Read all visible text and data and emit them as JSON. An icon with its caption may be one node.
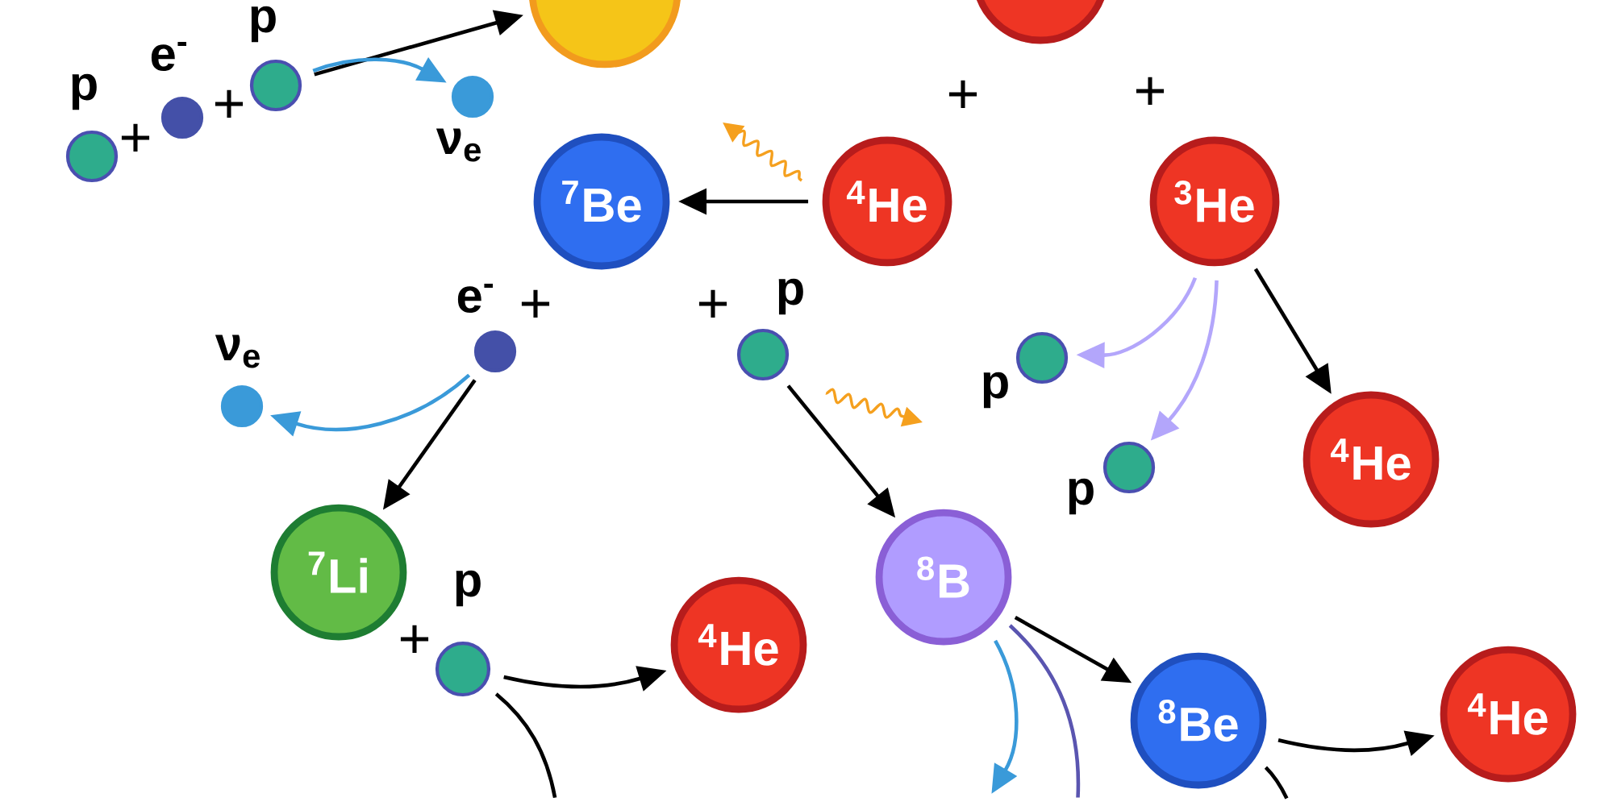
{
  "diagram": {
    "nodes": [
      {
        "text": [],
        "shape": "circle"
      },
      {
        "text": [],
        "shape": "circle"
      },
      {
        "text": [
          "p"
        ]
      },
      {
        "text": [
          "e$^{-}$"
        ]
      },
      {
        "text": [
          "p"
        ]
      },
      {
        "text": [
          "ν$_{e}$"
        ]
      },
      {
        "text": [
          "$^{7}$Be"
        ]
      },
      {
        "text": [
          "$^{4}$He"
        ]
      },
      {
        "text": [
          "$^{3}$He"
        ]
      },
      {
        "text": [
          "e$^{-}$"
        ]
      },
      {
        "text": [
          "p"
        ]
      },
      {
        "text": [
          "ν$_{e}$"
        ]
      },
      {
        "text": [
          "p"
        ]
      },
      {
        "text": [
          "p"
        ]
      },
      {
        "text": [
          "$^{4}$He"
        ]
      },
      {
        "text": [
          "$^{7}$Li"
        ]
      },
      {
        "text": [
          "$^{8}$B"
        ]
      },
      {
        "text": [
          "p"
        ]
      },
      {
        "text": [
          "$^{4}$He"
        ]
      },
      {
        "text": [
          "$^{8}$Be"
        ]
      },
      {
        "text": [
          "$^{4}$He"
        ]
      }
    ],
    "edges": [
      {
        "from": 4,
        "to": 0,
        "arrow": "to"
      },
      {
        "from": 4,
        "to": 5,
        "arrow": "to",
        "color": "#3a9ad9"
      },
      {
        "from": 7,
        "to": 6,
        "arrow": "to"
      },
      {
        "from": 9,
        "to": 11,
        "arrow": "to",
        "color": "#3a9ad9"
      },
      {
        "from": 9,
        "to": 15,
        "arrow": "to"
      },
      {
        "from": 10,
        "to": 16,
        "arrow": "to"
      },
      {
        "from": 8,
        "to": 12,
        "arrow": "to",
        "color": "#b3a6fb"
      },
      {
        "from": 8,
        "to": 13,
        "arrow": "to",
        "color": "#b3a6fb"
      },
      {
        "from": 8,
        "to": 14,
        "arrow": "to"
      },
      {
        "from": 17,
        "to": 18,
        "arrow": "to"
      },
      {
        "from": 17,
        "to": null,
        "arrow": "none"
      },
      {
        "from": 16,
        "to": 19,
        "arrow": "to"
      },
      {
        "from": 16,
        "to": null,
        "arrow": "to",
        "color": "#3a9ad9"
      },
      {
        "from": 16,
        "to": null,
        "arrow": "none",
        "color": "#5a55b0"
      },
      {
        "from": 19,
        "to": 20,
        "arrow": "to"
      },
      {
        "from": 19,
        "to": null,
        "arrow": "none"
      }
    ],
    "labels": [
      "+",
      "+",
      "+",
      "+",
      "+",
      "+",
      "+"
    ]
  }
}
